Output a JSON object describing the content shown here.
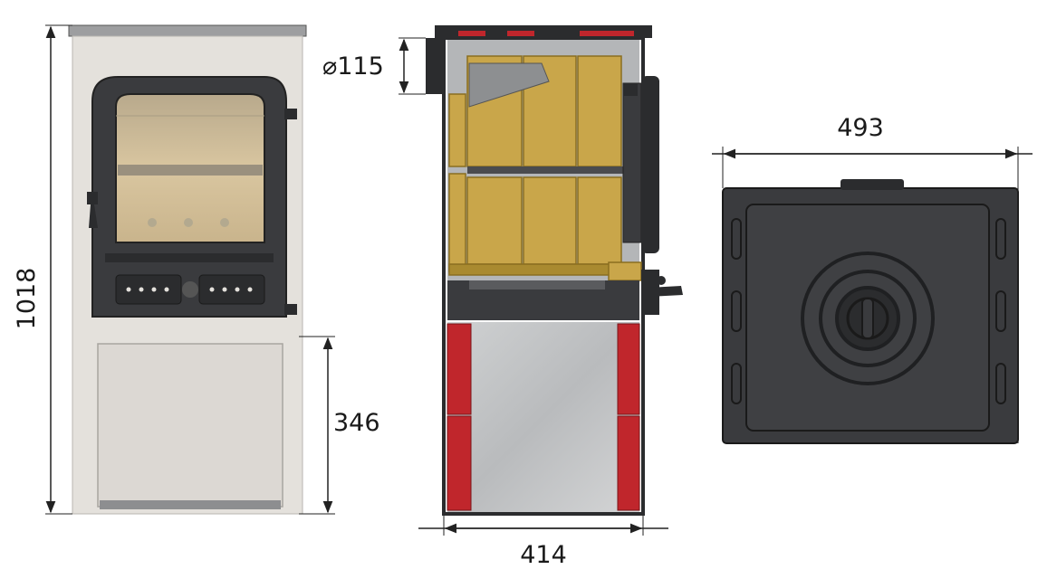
{
  "dimensions": {
    "height_total": "1018",
    "height_lower": "346",
    "flue_diameter": "⌀115",
    "depth": "414",
    "width": "493"
  },
  "colors": {
    "cream_body": "#e4e1dc",
    "cast_iron": "#3a3b3e",
    "cast_iron_dark": "#2b2c2e",
    "firebrick": "#c9a64a",
    "firebrick_dark": "#a98a30",
    "red_panel": "#c0262c",
    "steel_panel": "#c6c8c9",
    "dimension_line": "#222222"
  },
  "views": [
    "front-view",
    "side-section-view",
    "top-view"
  ]
}
